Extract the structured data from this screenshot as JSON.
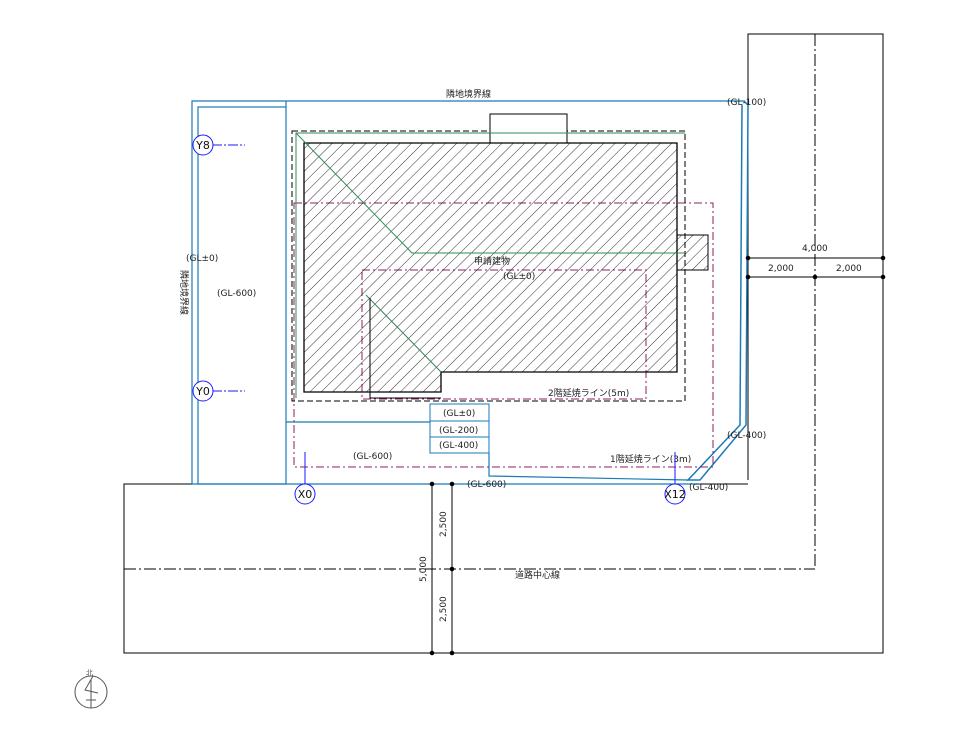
{
  "labels": {
    "boundary_top": "隣地境界線",
    "boundary_left": "隣地境界線",
    "building": "申請建物",
    "second_floor_line": "2階延焼ライン(5m)",
    "first_floor_line": "1階延焼ライン(3m)",
    "road_center": "道路中心線",
    "north": "北"
  },
  "levels": {
    "gl_left_0": "(GL±0)",
    "gl_left_600": "(GL-600)",
    "gl_building": "(GL±0)",
    "gl_bottom_600": "(GL-600)",
    "gl_road_600": "(GL-600)",
    "gl_right_100": "(GL-100)",
    "gl_right_400": "(GL-400)",
    "gl_corner_400": "(GL-400)"
  },
  "level_table": [
    "(GL±0)",
    "(GL-200)",
    "(GL-400)"
  ],
  "grid": {
    "y8": "Y8",
    "y0": "Y0",
    "x0": "X0",
    "x12": "X12"
  },
  "dimensions": {
    "right_total": "4,000",
    "right_half_a": "2,000",
    "right_half_b": "2,000",
    "road_total": "5,000",
    "road_half_a": "2,500",
    "road_half_b": "2,500"
  },
  "colors": {
    "boundary": "#1a7ab8",
    "grid": "#1a1aff",
    "fire_line": "#8b2060",
    "green": "#2e8b57"
  }
}
